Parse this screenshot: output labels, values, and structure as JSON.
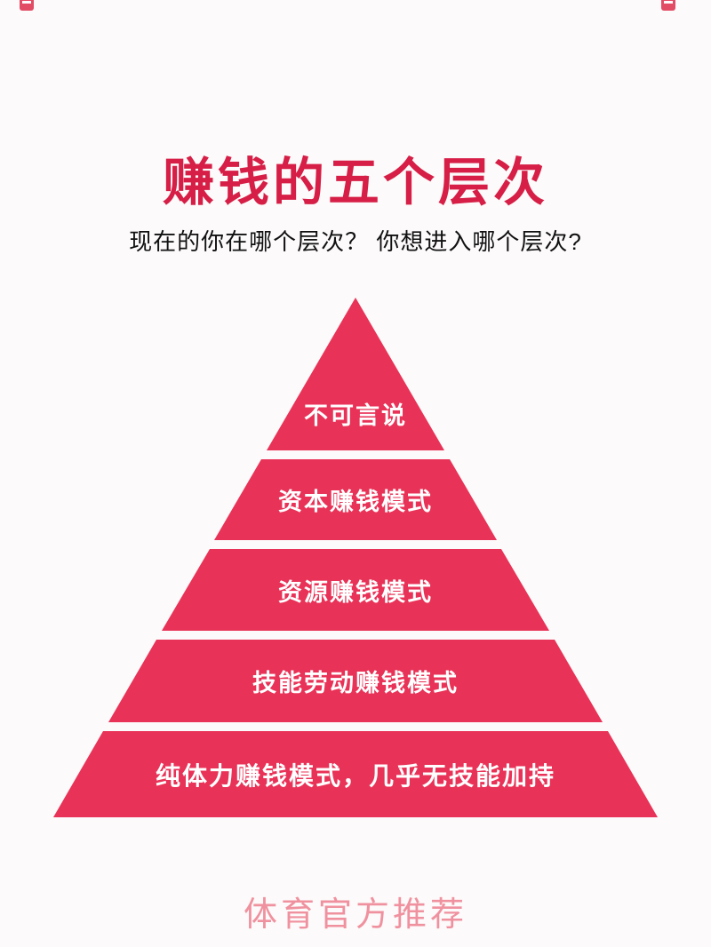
{
  "page": {
    "title": "赚钱的五个层次",
    "subtitle": "现在的你在哪个层次？ 你想进入哪个层次?",
    "watermark": "体育官方推荐"
  },
  "pyramid": {
    "color": "#e93257",
    "tiers": [
      {
        "level": 1,
        "label": "不可言说"
      },
      {
        "level": 2,
        "label": "资本赚钱模式"
      },
      {
        "level": 3,
        "label": "资源赚钱模式"
      },
      {
        "level": 4,
        "label": "技能劳动赚钱模式"
      },
      {
        "level": 5,
        "label": "纯体力赚钱模式，几乎无技能加持"
      }
    ]
  },
  "colors": {
    "background": "#fcfafa",
    "title": "#d61e46",
    "subtitle": "#111111",
    "tier_text": "#ffffff",
    "watermark": "#f0919f",
    "corner_marks": "#e03a55"
  }
}
